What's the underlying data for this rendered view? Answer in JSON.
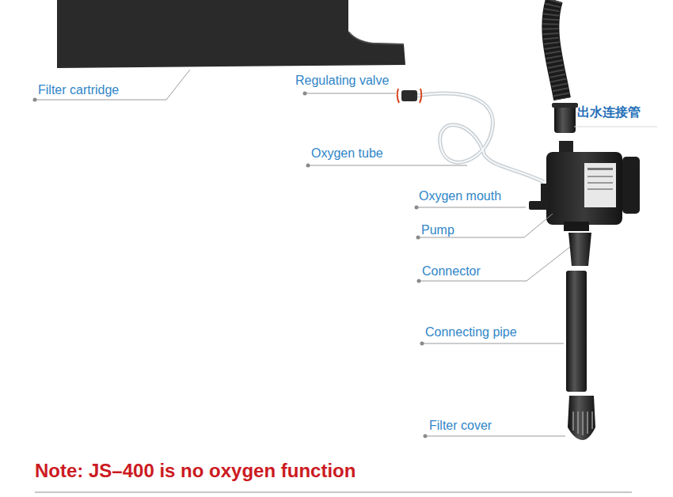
{
  "diagram": {
    "labels": [
      "Filter cartridge",
      "Regulating valve",
      "Oxygen tube",
      "Oxygen mouth",
      "Pump",
      "Connector",
      "Connecting pipe",
      "Filter cover",
      "出水连接管",
      "Note: JS–400 is no oxygen function"
    ]
  }
}
